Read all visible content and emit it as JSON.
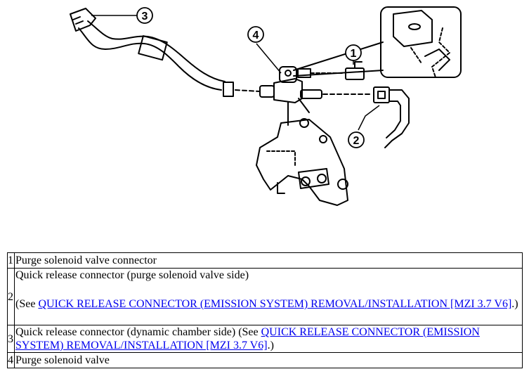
{
  "figure": {
    "callouts": [
      "1",
      "2",
      "3",
      "4"
    ]
  },
  "legend": {
    "rows": [
      {
        "num": "1",
        "text": "Purge solenoid valve connector"
      },
      {
        "num": "2",
        "text": "Quick release connector (purge solenoid valve side)",
        "see_prefix": "(See ",
        "link": "QUICK RELEASE CONNECTOR (EMISSION SYSTEM) REMOVAL/INSTALLATION [MZI 3.7 V6]",
        "see_suffix": ".)"
      },
      {
        "num": "3",
        "text": "Quick release connector (dynamic chamber side) (See ",
        "link": "QUICK RELEASE CONNECTOR (EMISSION SYSTEM) REMOVAL/INSTALLATION [MZI 3.7 V6]",
        "see_suffix": ".)"
      },
      {
        "num": "4",
        "text": "Purge solenoid valve"
      }
    ]
  }
}
